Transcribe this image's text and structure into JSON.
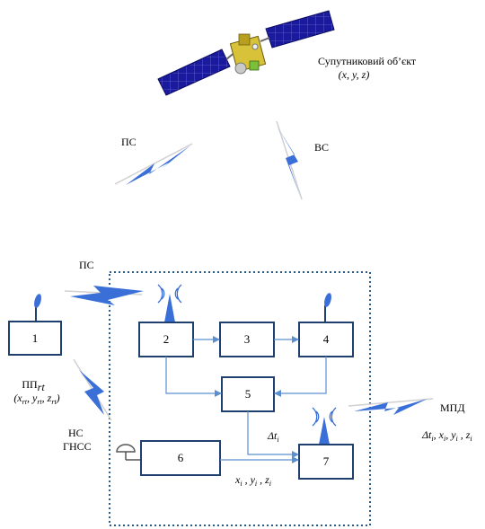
{
  "satellite": {
    "label": "Супутниковий об’єкт",
    "coords": "(x, y, z)"
  },
  "links": {
    "ps_top": "ПС",
    "vs": "ВС",
    "ps_ground": "ПС",
    "mpd": "МПД",
    "ns_line1": "НС",
    "ns_line2": "ГНСС"
  },
  "reference_point": {
    "label": "ПП",
    "label_sub": "rt",
    "coords": "(x_rt, y_rt, z_rt)"
  },
  "blocks": [
    "1",
    "2",
    "3",
    "4",
    "5",
    "6",
    "7"
  ],
  "signals": {
    "delta_t": "Δt_i",
    "xyz": "x_i , y_i , z_i",
    "mpd_out": "Δt_i, x_i, y_i , z_i"
  },
  "colors": {
    "block_border": "#1f3f6e",
    "arrow": "#5b8fd0",
    "lightning": "#3a6fd8",
    "panel": "#1a1a9e",
    "dotted_frame": "#2a5a8a"
  }
}
